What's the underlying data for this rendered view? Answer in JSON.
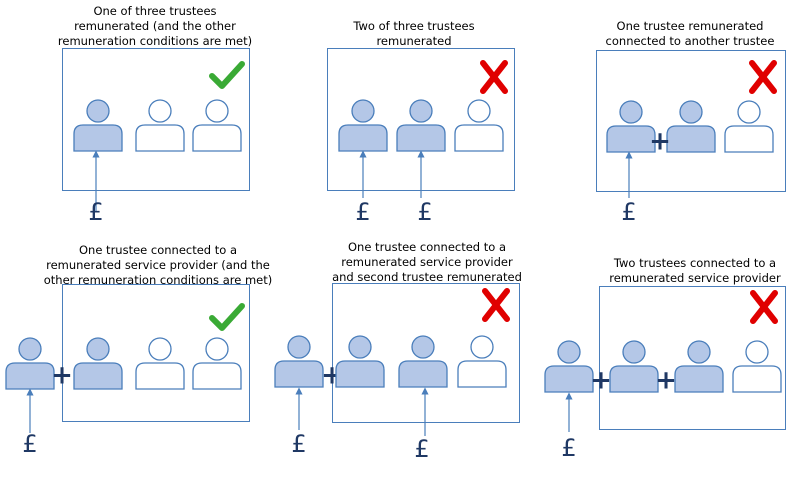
{
  "colors": {
    "box_border": "#4a7ebb",
    "figure_fill": "#b4c7e7",
    "figure_stroke": "#4a7ebb",
    "plus": "#1f3864",
    "pound": "#1f3864",
    "arrow": "#4a7ebb",
    "check": "#3aaa35",
    "cross": "#e00000"
  },
  "icons": {
    "person": "person-icon",
    "check": "check-mark-icon",
    "cross": "cross-mark-icon",
    "plus": "plus-sign",
    "pound": "pound-sign"
  },
  "symbols": {
    "pound": "£",
    "plus": "+"
  },
  "panels": [
    {
      "caption": [
        "One of three trustees",
        "remunerated (and the other",
        "remuneration conditions are met)"
      ],
      "outcome": "check",
      "trustees": [
        "filled",
        "empty",
        "empty"
      ],
      "external_person": false,
      "connected_trustee": null,
      "paid_people": [
        "trustee-1"
      ]
    },
    {
      "caption": [
        "Two of three trustees",
        "remunerated"
      ],
      "outcome": "cross",
      "trustees": [
        "filled",
        "filled",
        "empty"
      ],
      "external_person": false,
      "connected_trustee": null,
      "paid_people": [
        "trustee-1",
        "trustee-2"
      ]
    },
    {
      "caption": [
        "One trustee remunerated",
        "connected to another trustee"
      ],
      "outcome": "cross",
      "trustees": [
        "filled",
        "filled",
        "empty"
      ],
      "external_person": false,
      "connected_trustee": "trustee-1 + trustee-2",
      "paid_people": [
        "trustee-1"
      ]
    },
    {
      "caption": [
        "One trustee connected to a",
        "remunerated service provider (and the",
        "other remuneration conditions are met)"
      ],
      "outcome": "check",
      "trustees": [
        "filled",
        "empty",
        "empty"
      ],
      "external_person": true,
      "connected_trustee": "service-provider + trustee-1",
      "paid_people": [
        "service-provider"
      ]
    },
    {
      "caption": [
        "One trustee connected to a",
        "remunerated service provider",
        "and second trustee remunerated"
      ],
      "outcome": "cross",
      "trustees": [
        "filled",
        "filled",
        "empty"
      ],
      "external_person": true,
      "connected_trustee": "service-provider + trustee-1",
      "paid_people": [
        "service-provider",
        "trustee-2"
      ]
    },
    {
      "caption": [
        "Two trustees connected to a",
        "remunerated service provider"
      ],
      "outcome": "cross",
      "trustees": [
        "filled",
        "filled",
        "empty"
      ],
      "external_person": true,
      "connected_trustee": "service-provider + trustee-1 + trustee-2",
      "paid_people": [
        "service-provider"
      ]
    }
  ]
}
